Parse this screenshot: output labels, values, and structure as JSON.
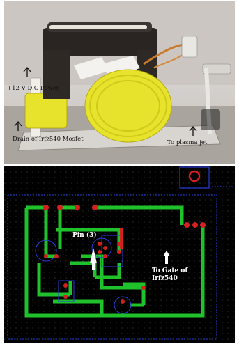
{
  "photo": {
    "labels": {
      "power": "+12 V  D.C Power",
      "drain": "Drain of Irfz540  Mosfet",
      "plasma": "To  plasma jet"
    },
    "colors": {
      "coil": "#e7e22b",
      "core": "#2a2522",
      "tape": "#f5f0c8",
      "copper": "#c97a2e"
    }
  },
  "pcb": {
    "labels": {
      "pin": "Pin (3)",
      "gate_line1": "To Gate of",
      "gate_line2": "Irfz540"
    },
    "colors": {
      "trace": "#1fc22a",
      "pad": "#d42020",
      "outline": "#2a3bd8",
      "grid": "#3a4a3a",
      "arrow": "#ffffff"
    }
  }
}
